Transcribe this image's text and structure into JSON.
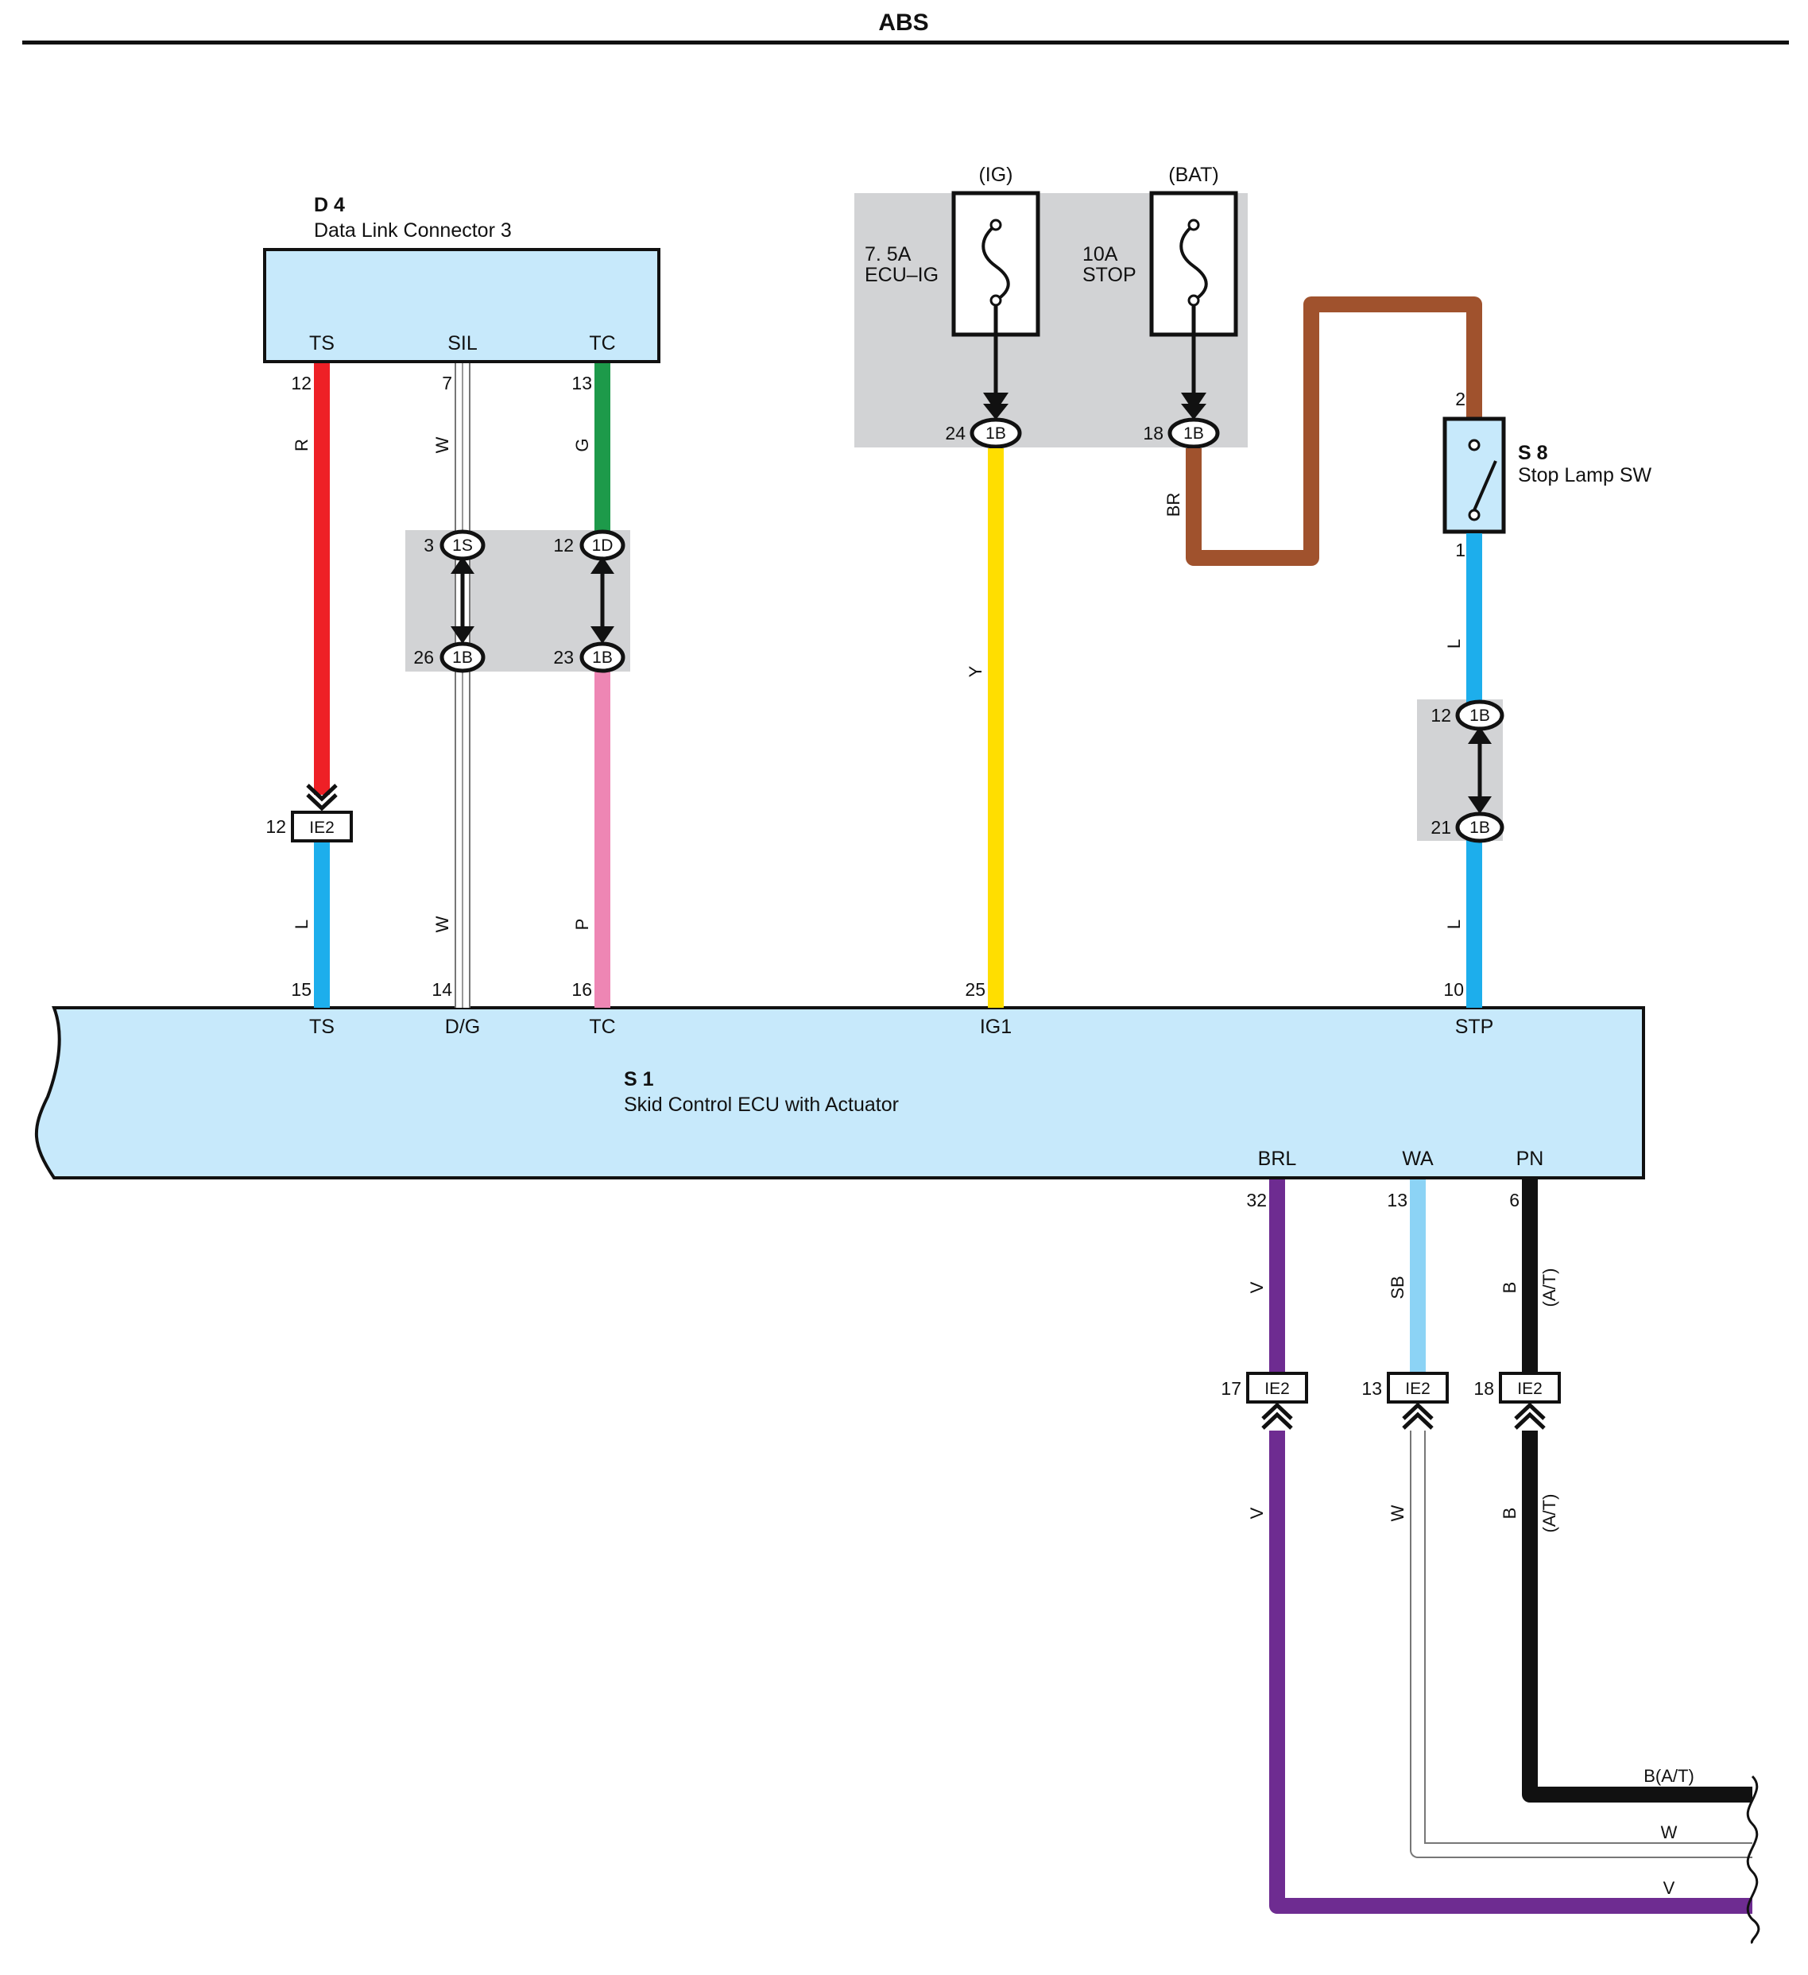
{
  "title": "ABS",
  "colors": {
    "ts_wire": "#ee2026",
    "sil_wire": "#ffffff",
    "tc_wire": "#1d9a4a",
    "tc_lower": "#ee86b4",
    "ts_lower": "#1daeec",
    "ig_wire": "#ffde00",
    "br_wire": "#a0522d",
    "stp_wire": "#1daeec",
    "brl_wire": "#6e2c91",
    "wa_wire": "#8cd3f5",
    "pn_wire": "#111111",
    "component_fill": "#c7e9fb",
    "splice_fill": "#d2d3d5"
  },
  "d4": {
    "id": "D 4",
    "name": "Data Link Connector 3",
    "terms": {
      "ts": "TS",
      "sil": "SIL",
      "tc": "TC"
    }
  },
  "s1": {
    "id": "S 1",
    "name": "Skid Control ECU with Actuator",
    "terms": {
      "ts": "TS",
      "dg": "D/G",
      "tc": "TC",
      "ig1": "IG1",
      "stp": "STP",
      "brl": "BRL",
      "wa": "WA",
      "pn": "PN"
    }
  },
  "s8": {
    "id": "S 8",
    "name": "Stop Lamp SW"
  },
  "fuses": {
    "ig": {
      "source": "(IG)",
      "rating": "7. 5A",
      "name": "ECU–IG"
    },
    "bat": {
      "source": "(BAT)",
      "rating": "10A",
      "name": "STOP"
    }
  },
  "pins": {
    "d4_ts": "12",
    "d4_sil": "7",
    "d4_tc": "13",
    "sil_1s": "3",
    "sil_1b": "26",
    "tc_1d": "12",
    "tc_1b": "23",
    "ts_ie2": "12",
    "ig_1b": "24",
    "stop_1b": "18",
    "s8_top": "2",
    "s8_bot": "1",
    "stp_1b_a": "12",
    "stp_1b_b": "21",
    "s1_ts": "15",
    "s1_dg": "14",
    "s1_tc": "16",
    "s1_ig1": "25",
    "s1_stp": "10",
    "s1_brl": "32",
    "s1_wa": "13",
    "s1_pn": "6",
    "brl_ie2": "17",
    "wa_ie2": "13",
    "pn_ie2": "18"
  },
  "connectors": {
    "ie2": "IE2",
    "c1b": "1B",
    "c1s": "1S",
    "c1d": "1D"
  },
  "wire_colors": {
    "ts_upper": "R",
    "sil_upper": "W",
    "tc_upper": "G",
    "ts_lower": "L",
    "sil_lower": "W",
    "tc_lower": "P",
    "ig": "Y",
    "br": "BR",
    "stp_upper": "L",
    "stp_lower": "L",
    "brl_upper": "V",
    "wa_upper": "SB",
    "pn_upper": "B",
    "pn_upper_note": "(A/T)",
    "brl_lower": "V",
    "wa_lower": "W",
    "pn_lower": "B",
    "pn_lower_note": "(A/T)",
    "exit_pn": "B(A/T)",
    "exit_wa": "W",
    "exit_brl": "V"
  }
}
